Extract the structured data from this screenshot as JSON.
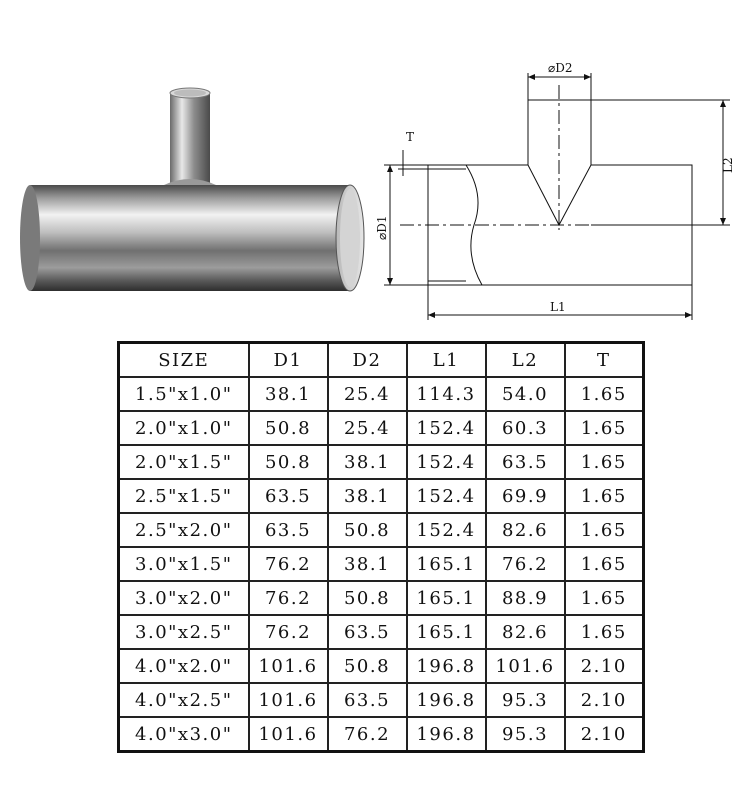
{
  "figure": {
    "photo_subject": "stainless-steel-reducing-tee",
    "dimension_labels": {
      "d2": "⌀D2",
      "t": "T",
      "l2": "L2",
      "d1": "⌀D1",
      "l1": "L1"
    }
  },
  "table": {
    "headers": [
      "SIZE",
      "D1",
      "D2",
      "L1",
      "L2",
      "T"
    ],
    "rows": [
      [
        "1.5\"x1.0\"",
        "38.1",
        "25.4",
        "114.3",
        "54.0",
        "1.65"
      ],
      [
        "2.0\"x1.0\"",
        "50.8",
        "25.4",
        "152.4",
        "60.3",
        "1.65"
      ],
      [
        "2.0\"x1.5\"",
        "50.8",
        "38.1",
        "152.4",
        "63.5",
        "1.65"
      ],
      [
        "2.5\"x1.5\"",
        "63.5",
        "38.1",
        "152.4",
        "69.9",
        "1.65"
      ],
      [
        "2.5\"x2.0\"",
        "63.5",
        "50.8",
        "152.4",
        "82.6",
        "1.65"
      ],
      [
        "3.0\"x1.5\"",
        "76.2",
        "38.1",
        "165.1",
        "76.2",
        "1.65"
      ],
      [
        "3.0\"x2.0\"",
        "76.2",
        "50.8",
        "165.1",
        "88.9",
        "1.65"
      ],
      [
        "3.0\"x2.5\"",
        "76.2",
        "63.5",
        "165.1",
        "82.6",
        "1.65"
      ],
      [
        "4.0\"x2.0\"",
        "101.6",
        "50.8",
        "196.8",
        "101.6",
        "2.10"
      ],
      [
        "4.0\"x2.5\"",
        "101.6",
        "63.5",
        "196.8",
        "95.3",
        "2.10"
      ],
      [
        "4.0\"x3.0\"",
        "101.6",
        "76.2",
        "196.8",
        "95.3",
        "2.10"
      ]
    ]
  }
}
